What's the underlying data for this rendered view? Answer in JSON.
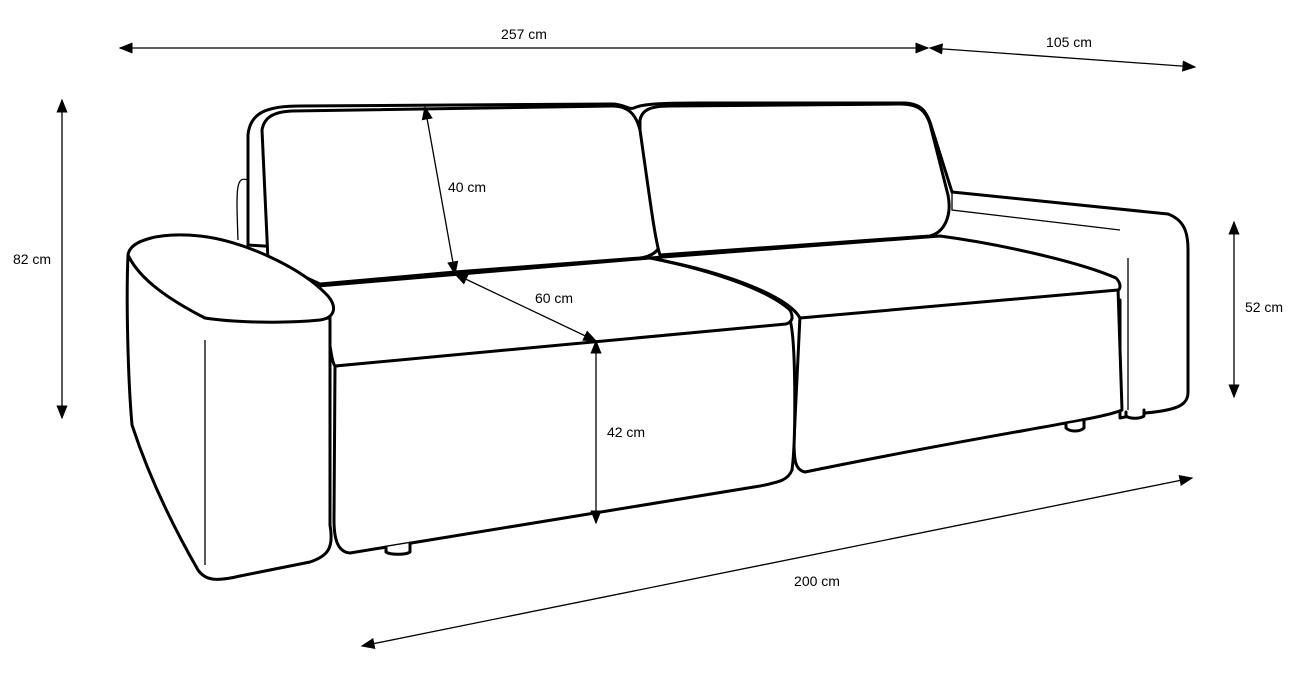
{
  "title": "Sofa dimensions diagram",
  "dimensions": {
    "total_width": "257 cm",
    "depth": "105 cm",
    "total_height": "82 cm",
    "backrest_height": "40 cm",
    "seat_depth": "60 cm",
    "seat_height": "42 cm",
    "armrest_height": "52 cm",
    "seat_width": "200 cm"
  },
  "colors": {
    "line": "#000000",
    "background": "#ffffff"
  }
}
